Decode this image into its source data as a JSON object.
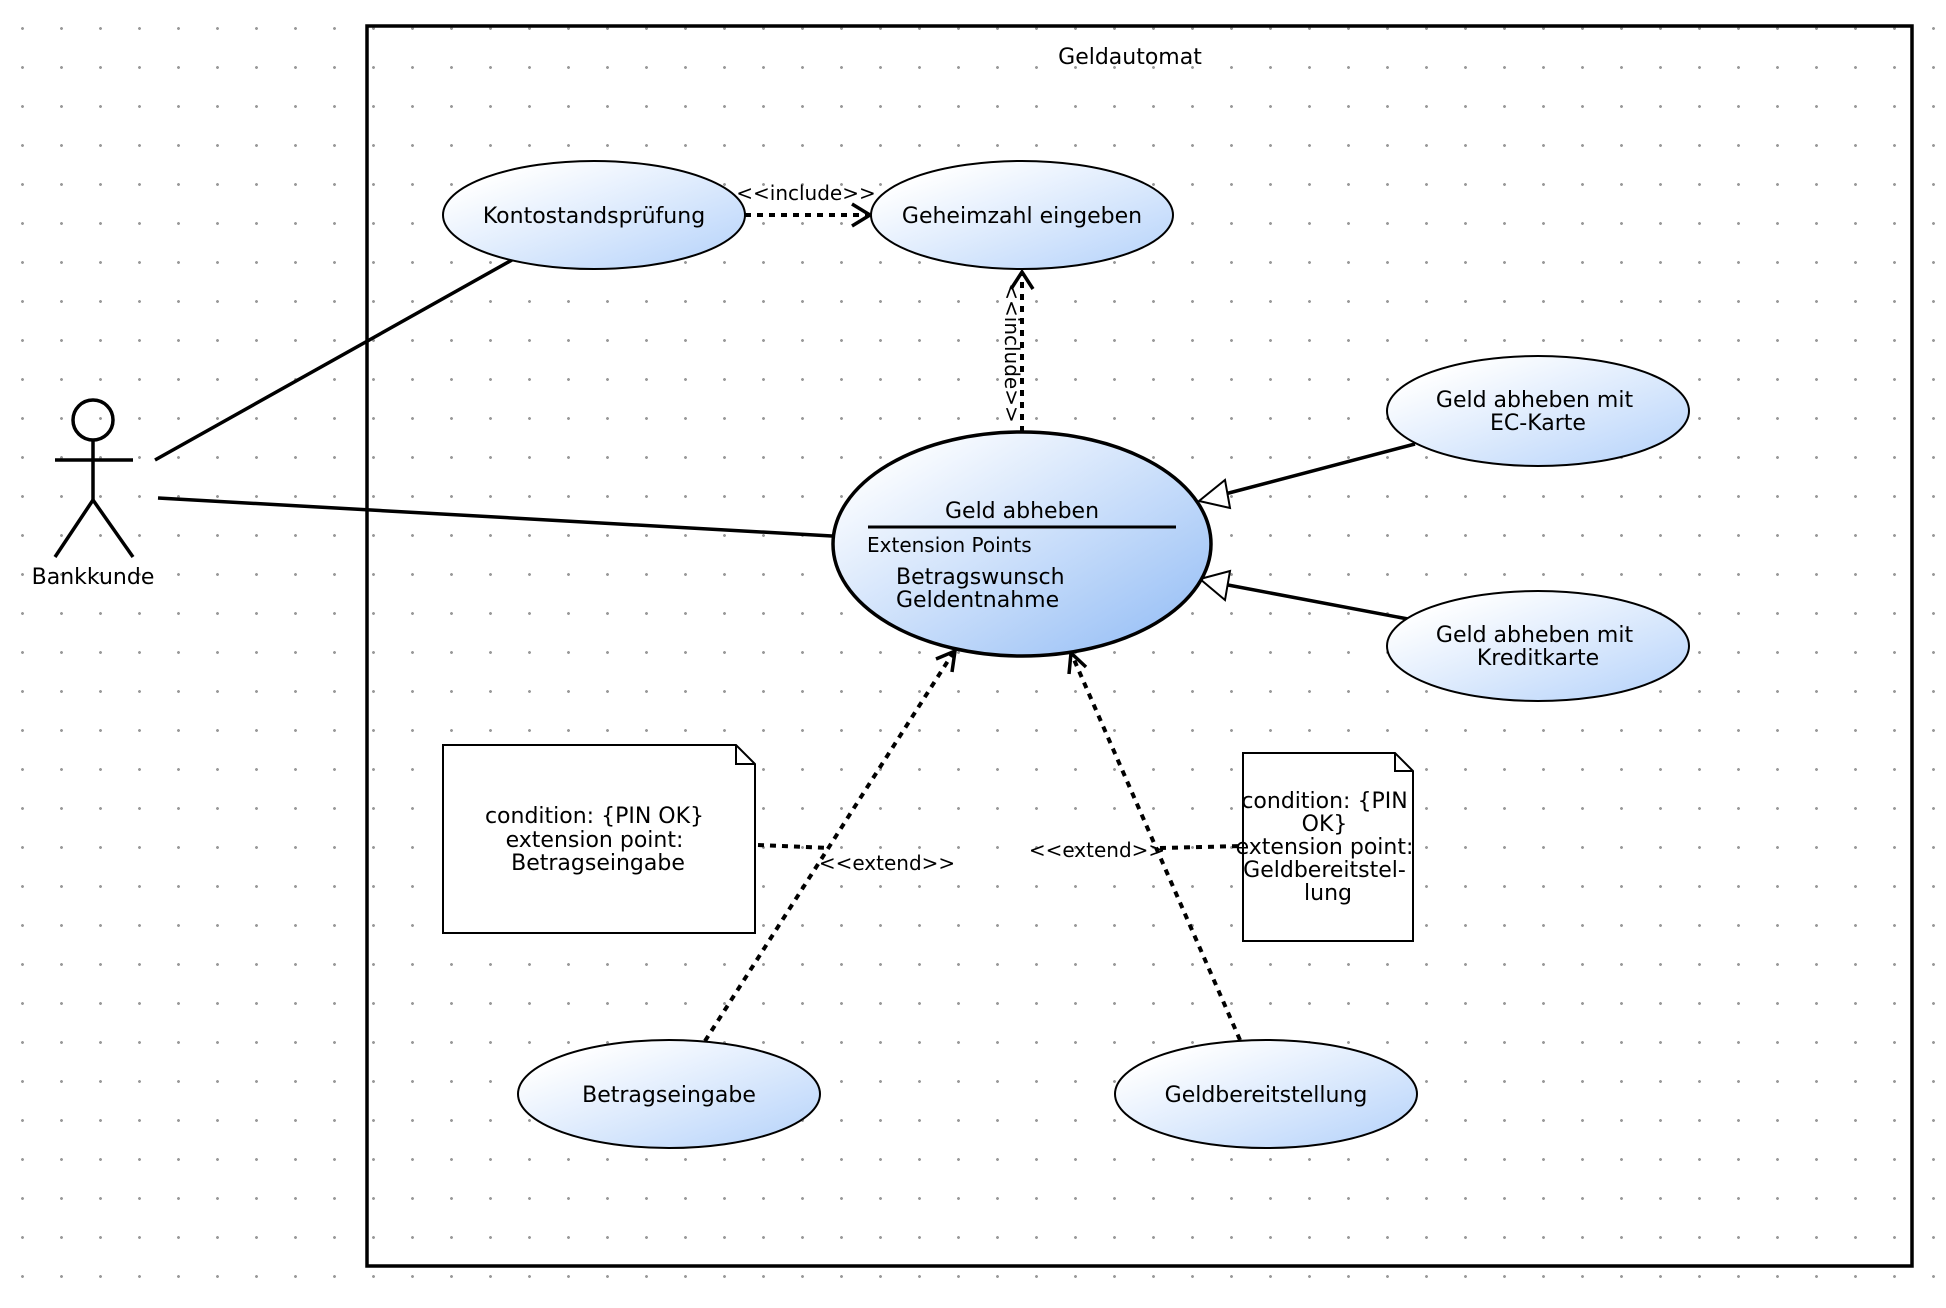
{
  "system": {
    "name": "Geldautomat"
  },
  "actor": {
    "name": "Bankkunde"
  },
  "use_cases": {
    "kontostand": [
      "Kontostandsprüfung"
    ],
    "geheimzahl": [
      "Geheimzahl eingeben"
    ],
    "ec_karte": [
      "Geld abheben mit",
      "EC-Karte"
    ],
    "kreditkarte": [
      "Geld abheben mit",
      "Kreditkarte"
    ],
    "betragseingabe": [
      "Betragseingabe"
    ],
    "geldbereitstellung": [
      "Geldbereitstellung"
    ]
  },
  "main_use_case": {
    "title": "Geld abheben",
    "extension_header": "Extension Points",
    "extension_points": [
      "Betragswunsch",
      "Geldentnahme"
    ]
  },
  "stereotypes": {
    "include_top": "<<include>>",
    "include_vertical": "<<include>>",
    "extend_left": "<<extend>>",
    "extend_right": "<<extend>>"
  },
  "notes": {
    "left": [
      "condition: {PIN OK}",
      "extension point:",
      "Betragseingabe"
    ],
    "right": [
      "condition: {PIN",
      "OK}",
      "extension point:",
      "Geldbereitstel-",
      "lung"
    ]
  },
  "colors": {
    "usecase_light": "#ffffff",
    "usecase_dark": "#b3d1fa",
    "main_usecase_dark": "#8fbaf5",
    "stroke": "#000000"
  }
}
